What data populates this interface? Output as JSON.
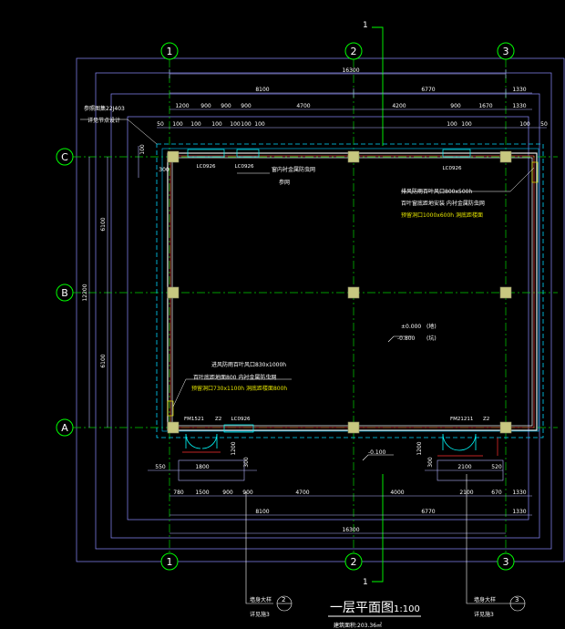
{
  "grid": {
    "columns": [
      "1",
      "2",
      "3"
    ],
    "rows": [
      "C",
      "B",
      "A"
    ]
  },
  "section_mark": "1",
  "dims_top": {
    "overall": "16300",
    "spans": [
      "8100",
      "6770",
      "1330"
    ],
    "detail_left": [
      "1200",
      "900",
      "900",
      "900",
      "4700"
    ],
    "detail_right": [
      "4200",
      "900",
      "1670",
      "1330"
    ],
    "small": [
      "50",
      "100",
      "100",
      "100",
      "100",
      "100",
      "100",
      "100",
      "100",
      "100",
      "50"
    ]
  },
  "dims_left": {
    "overall": "12200",
    "spans": [
      "6100",
      "6100"
    ],
    "small": [
      "100",
      "300"
    ]
  },
  "dims_bottom": {
    "overall": "16300",
    "spans": [
      "8100",
      "6770",
      "1330"
    ],
    "detail": [
      "780",
      "1500",
      "900",
      "900",
      "4700",
      "4000",
      "2100",
      "670",
      "1330"
    ],
    "doors": [
      "550",
      "1800",
      "2100",
      "520"
    ],
    "door_heights": [
      "1200",
      "300",
      "1200",
      "300"
    ]
  },
  "windows": {
    "top": [
      "LC0926",
      "LC0926",
      "LC0926"
    ],
    "bottom": [
      "LC0926"
    ]
  },
  "doors": [
    "FM1521",
    "Z2",
    "FM21211",
    "Z2"
  ],
  "notes": {
    "top_left_1": "参照图集22J403",
    "top_left_2": "详见节点设计",
    "louver_top": "窗内衬金属防虫网",
    "louver_top_2": "参网",
    "right_1": "排风防雨百叶风口800x500h",
    "right_2": "百叶窗底距地安装 内衬金属防虫网",
    "right_3": "预留洞口1000x600h 洞底距楼面",
    "left_1": "进风防雨百叶风口830x1000h",
    "left_2": "百叶底距地面800 内衬金属防虫网",
    "left_3": "预留洞口730x1100h 洞底距楼面800h"
  },
  "elevations": {
    "main": "±0.000",
    "main_alt": "(地)",
    "sub": "-0.800",
    "sub_alt": "(坑)",
    "outdoor": "-0.100"
  },
  "title": {
    "text": "一层平面图",
    "scale": "1:100",
    "area": "建筑面积:203.36㎡"
  },
  "callouts": {
    "left_1": "墙身大样",
    "left_1_num": "2",
    "left_2": "详见施3",
    "right_1": "墙身大样",
    "right_1_num": "3",
    "right_2": "详见施3"
  },
  "colors": {
    "background": "#000000",
    "grid_axis": "#00ff00",
    "dimension": "#c8c8ff",
    "wall": "#ffffff",
    "outline": "#00e0ff",
    "column": "#c8c880",
    "text_yellow": "#e6e600",
    "text_white": "#ffffff",
    "door": "#00ffff",
    "red_line": "#ff3030"
  }
}
